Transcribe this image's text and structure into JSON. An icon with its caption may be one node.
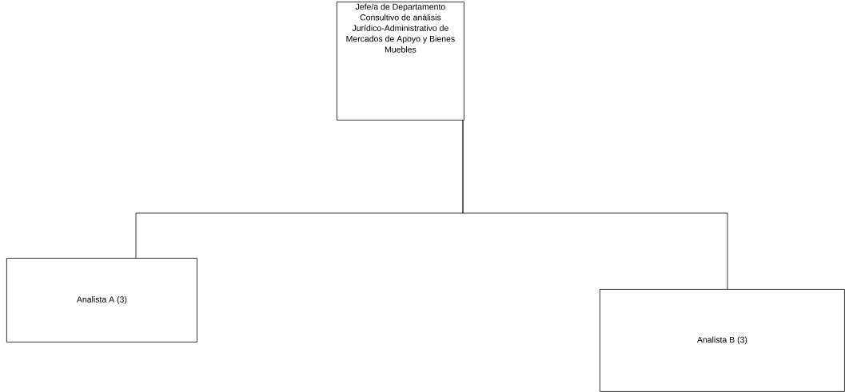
{
  "diagram": {
    "nodes": [
      {
        "text": [
          "Jefe/a de Departamento Consultivo de análisis Jurídico-Administrativo de Mercados de Apoyo y Bienes Muebles"
        ]
      },
      {
        "text": [
          "Analista A (3)"
        ]
      },
      {
        "text": [
          "Analista B (3)"
        ]
      }
    ],
    "edges": [
      {
        "from": 0,
        "to": 1,
        "arrow": "none"
      },
      {
        "from": 0,
        "to": 2,
        "arrow": "none"
      }
    ]
  }
}
